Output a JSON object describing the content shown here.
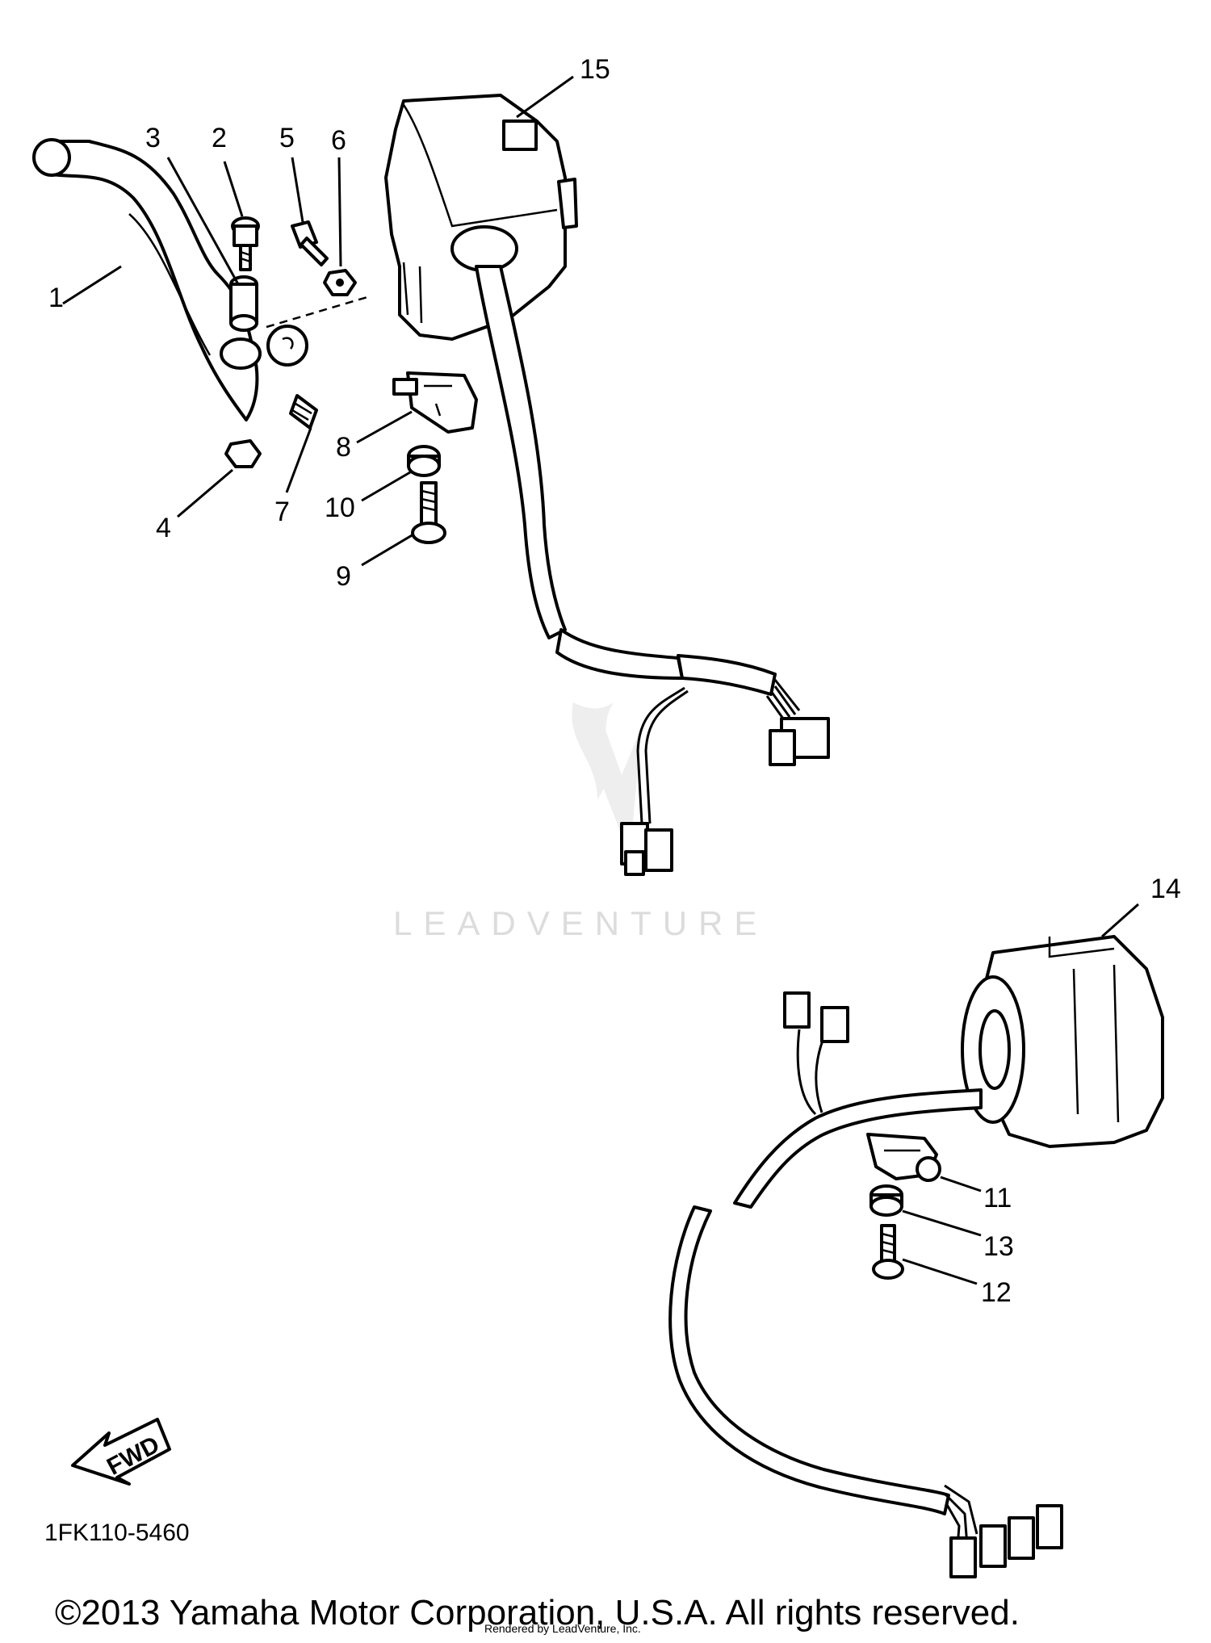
{
  "diagram_code": "1FK110-5460",
  "fwd_label": "FWD",
  "watermark": "LEADVENTURE",
  "copyright": "©2013 Yamaha Motor Corporation, U.S.A. All rights reserved.",
  "footer_small": "Rendered by LeadVenture, Inc.",
  "callouts": {
    "c1": "1",
    "c2": "2",
    "c3": "3",
    "c4": "4",
    "c5": "5",
    "c6": "6",
    "c7": "7",
    "c8": "8",
    "c9": "9",
    "c10": "10",
    "c11": "11",
    "c12": "12",
    "c13": "13",
    "c14": "14",
    "c15": "15"
  }
}
